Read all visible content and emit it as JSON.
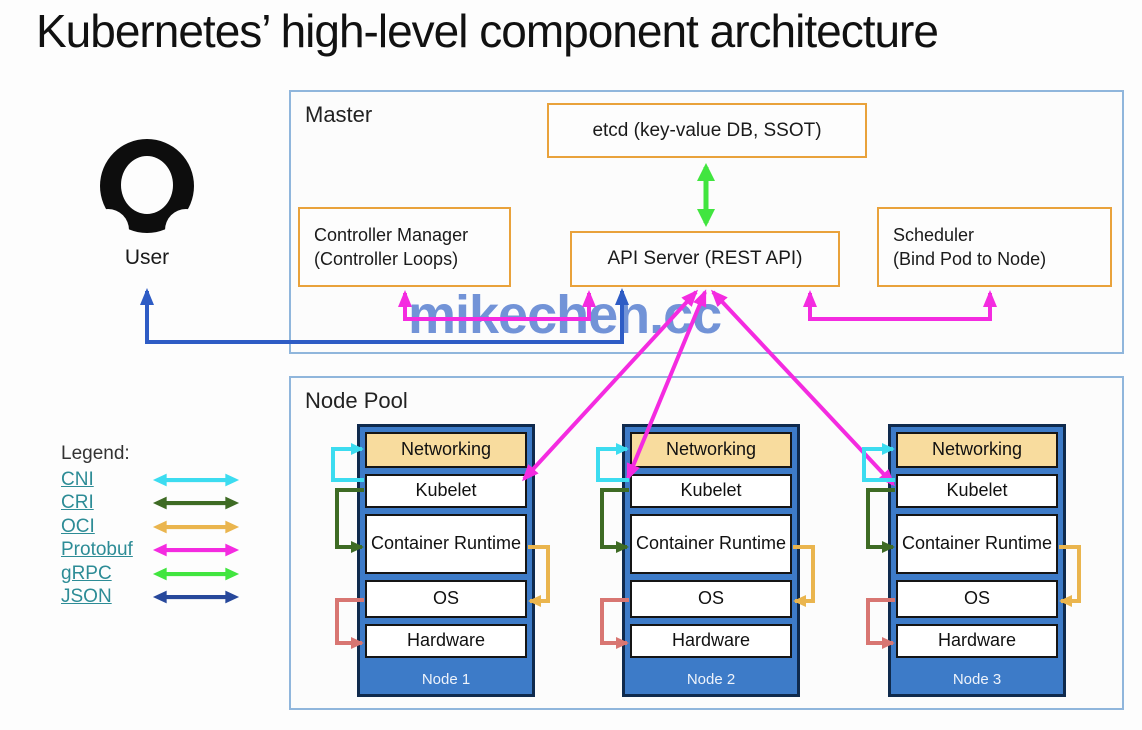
{
  "title": "Kubernetes’ high-level component architecture",
  "watermark": "mikechen.cc",
  "user": {
    "label": "User"
  },
  "master": {
    "label": "Master",
    "etcd": "etcd (key-value DB, SSOT)",
    "controller_manager_line1": "Controller Manager",
    "controller_manager_line2": "(Controller Loops)",
    "api_server": "API Server (REST API)",
    "scheduler_line1": "Scheduler",
    "scheduler_line2": "(Bind Pod to Node)"
  },
  "node_pool": {
    "label": "Node Pool",
    "nodes": [
      {
        "name": "Node 1",
        "layers": [
          "Networking",
          "Kubelet",
          "Container Runtime",
          "OS",
          "Hardware"
        ]
      },
      {
        "name": "Node 2",
        "layers": [
          "Networking",
          "Kubelet",
          "Container Runtime",
          "OS",
          "Hardware"
        ]
      },
      {
        "name": "Node 3",
        "layers": [
          "Networking",
          "Kubelet",
          "Container Runtime",
          "OS",
          "Hardware"
        ]
      }
    ]
  },
  "legend": {
    "label": "Legend:",
    "items": [
      {
        "label": "CNI",
        "key": "cni"
      },
      {
        "label": "CRI",
        "key": "cri"
      },
      {
        "label": "OCI",
        "key": "oci"
      },
      {
        "label": "Protobuf",
        "key": "protobuf"
      },
      {
        "label": "gRPC",
        "key": "grpc"
      },
      {
        "label": "JSON",
        "key": "json"
      }
    ]
  },
  "colors": {
    "cni": "#3cdcf0",
    "cri": "#3e6b24",
    "oci": "#eab54e",
    "protobuf": "#f42be0",
    "grpc": "#41e53f",
    "json": "#27489b",
    "os_hw_link": "#d87672",
    "user_json_line": "#2e5cc5",
    "node_fill": "#3d7bc8",
    "node_border": "#0f2a4d",
    "networking_fill": "#f8dc9e",
    "box_orange_border": "#e9a23b",
    "outer_border": "#90b6dc",
    "legend_link": "#2d8c96",
    "watermark": "#5079cf"
  }
}
